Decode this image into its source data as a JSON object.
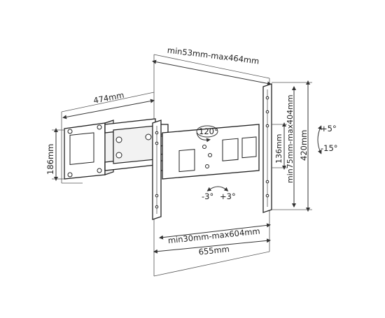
{
  "dimensions": {
    "top_width": "min53mm-max464mm",
    "wall_plate_width": "474mm",
    "wall_plate_height": "186mm",
    "tv_plate_inner_height": "136mm",
    "vesa_vertical": "min75mm-max404mm",
    "tv_plate_height": "420mm",
    "vesa_horizontal": "min30mm-max604mm",
    "tv_plate_width": "655mm"
  },
  "angles": {
    "swivel": "120°",
    "tilt_up": "+5°",
    "tilt_down": "-15°",
    "rotate_left": "-3°",
    "rotate_right": "+3°"
  },
  "colors": {
    "line": "#333333",
    "background": "#ffffff"
  }
}
